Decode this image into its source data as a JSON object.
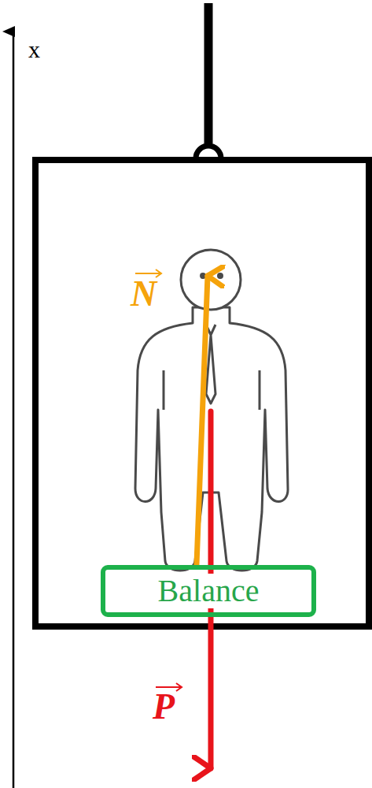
{
  "diagram": {
    "nodes": [
      {
        "text": [
          "Balance"
        ]
      }
    ],
    "labels": [
      "x",
      "N",
      "P"
    ]
  }
}
